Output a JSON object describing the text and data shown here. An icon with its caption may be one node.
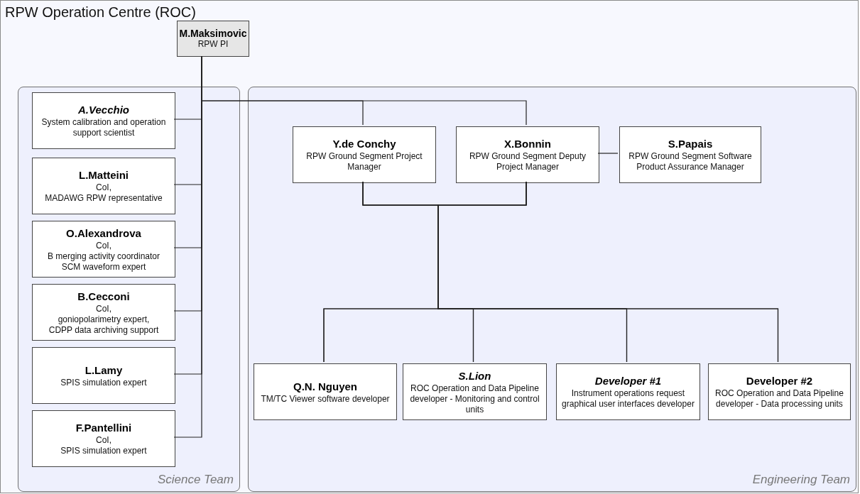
{
  "diagram": {
    "nodes": [
      {
        "text": [
          "RPW Operation Centre (ROC)"
        ]
      },
      {
        "text": [
          "M.Maksimovic",
          "RPW PI"
        ],
        "in": 0
      },
      {
        "text": [
          "Science Team"
        ],
        "in": 0
      },
      {
        "text": [
          "*A.Vecchio*",
          "System calibration and operation support scientist"
        ],
        "in": 2
      },
      {
        "text": [
          "L.Matteini",
          "CoI,",
          "MADAWG RPW representative"
        ],
        "in": 2
      },
      {
        "text": [
          "O.Alexandrova",
          "CoI,",
          "B merging activity coordinator",
          "SCM waveform expert"
        ],
        "in": 2
      },
      {
        "text": [
          "B.Cecconi",
          "CoI,",
          "goniopolarimetry expert,",
          "CDPP data archiving support"
        ],
        "in": 2
      },
      {
        "text": [
          "L.Lamy",
          "SPIS simulation expert"
        ],
        "in": 2
      },
      {
        "text": [
          "F.Pantellini",
          "CoI,",
          "SPIS simulation expert"
        ],
        "in": 2
      },
      {
        "text": [
          "Engineering Team"
        ],
        "in": 0
      },
      {
        "text": [
          "Y.de Conchy",
          "RPW Ground Segment Project Manager"
        ],
        "in": 9
      },
      {
        "text": [
          "X.Bonnin",
          "RPW Ground Segment Deputy Project Manager"
        ],
        "in": 9
      },
      {
        "text": [
          "S.Papais",
          "RPW Ground Segment Software Product Assurance Manager"
        ],
        "in": 9
      },
      {
        "text": [
          "Q.N. Nguyen",
          "TM/TC Viewer software developer"
        ],
        "in": 9
      },
      {
        "text": [
          "*S.Lion*",
          "ROC Operation and Data Pipeline developer - Monitoring and control units"
        ],
        "in": 9
      },
      {
        "text": [
          "*Developer #1*",
          "Instrument operations request graphical user interfaces developer"
        ],
        "in": 9
      },
      {
        "text": [
          "Developer #2",
          "ROC Operation and Data Pipeline developer - Data processing units"
        ],
        "in": 9
      }
    ],
    "edges": [
      {
        "from": 1,
        "to": 3,
        "arrow": "none"
      },
      {
        "from": 1,
        "to": 4,
        "arrow": "none"
      },
      {
        "from": 1,
        "to": 5,
        "arrow": "none"
      },
      {
        "from": 1,
        "to": 6,
        "arrow": "none"
      },
      {
        "from": 1,
        "to": 7,
        "arrow": "none"
      },
      {
        "from": 1,
        "to": 8,
        "arrow": "none"
      },
      {
        "from": 1,
        "to": 10,
        "arrow": "none"
      },
      {
        "from": 1,
        "to": 11,
        "arrow": "none"
      },
      {
        "from": 11,
        "to": 12,
        "arrow": "none"
      },
      {
        "from": 10,
        "to": 13,
        "arrow": "none"
      },
      {
        "from": 10,
        "to": 14,
        "arrow": "none"
      },
      {
        "from": 10,
        "to": 15,
        "arrow": "none"
      },
      {
        "from": 10,
        "to": 16,
        "arrow": "none"
      },
      {
        "from": 11,
        "to": 13,
        "arrow": "none"
      },
      {
        "from": 11,
        "to": 14,
        "arrow": "none"
      },
      {
        "from": 11,
        "to": 15,
        "arrow": "none"
      },
      {
        "from": 11,
        "to": 16,
        "arrow": "none"
      }
    ]
  }
}
